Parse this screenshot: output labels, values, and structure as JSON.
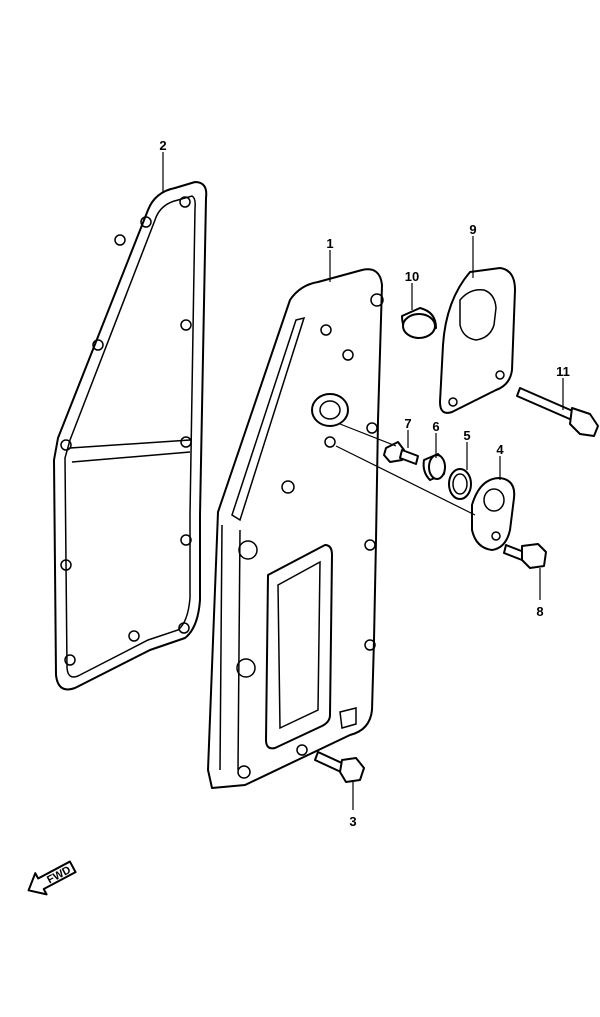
{
  "callouts": [
    {
      "id": "1",
      "label": "1"
    },
    {
      "id": "2",
      "label": "2"
    },
    {
      "id": "3",
      "label": "3"
    },
    {
      "id": "4",
      "label": "4"
    },
    {
      "id": "5",
      "label": "5"
    },
    {
      "id": "6",
      "label": "6"
    },
    {
      "id": "7",
      "label": "7"
    },
    {
      "id": "8",
      "label": "8"
    },
    {
      "id": "9",
      "label": "9"
    },
    {
      "id": "10",
      "label": "10"
    },
    {
      "id": "11",
      "label": "11"
    }
  ],
  "direction_marker": {
    "label": "FWD",
    "icon": "arrow-down-left-icon"
  },
  "colors": {
    "line": "#000000",
    "background": "#ffffff"
  }
}
